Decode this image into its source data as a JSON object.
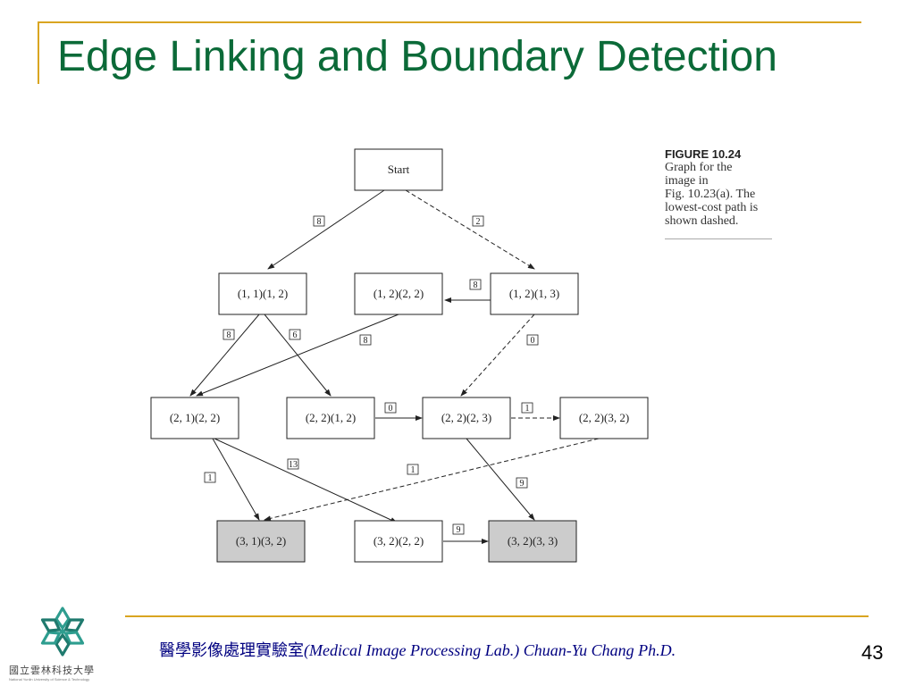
{
  "slide": {
    "title": "Edge Linking and Boundary Detection",
    "page_number": "43",
    "footer": {
      "cn": "醫學影像處理實驗室",
      "en": "(Medical Image Processing Lab.) Chuan-Yu Chang Ph.D."
    },
    "logo": {
      "name": "國立雲林科技大學",
      "subtitle": "National Yunlin University of Science & Technology",
      "colors": [
        "#2e9d8f",
        "#1f7a6e"
      ]
    }
  },
  "figure": {
    "label": "FIGURE 10.24",
    "caption_lines": [
      "Graph for the",
      "image in",
      "Fig. 10.23(a). The",
      "lowest-cost path is",
      "shown dashed."
    ]
  },
  "graph": {
    "nodes": [
      {
        "id": "start",
        "label": "Start",
        "shaded": false
      },
      {
        "id": "n11_12",
        "label": "(1, 1)(1, 2)",
        "shaded": false
      },
      {
        "id": "n12_22",
        "label": "(1, 2)(2, 2)",
        "shaded": false
      },
      {
        "id": "n12_13",
        "label": "(1, 2)(1, 3)",
        "shaded": false
      },
      {
        "id": "n21_22",
        "label": "(2, 1)(2, 2)",
        "shaded": false
      },
      {
        "id": "n22_12",
        "label": "(2, 2)(1, 2)",
        "shaded": false
      },
      {
        "id": "n22_23",
        "label": "(2, 2)(2, 3)",
        "shaded": false
      },
      {
        "id": "n22_32",
        "label": "(2, 2)(3, 2)",
        "shaded": false
      },
      {
        "id": "n31_32",
        "label": "(3, 1)(3, 2)",
        "shaded": true
      },
      {
        "id": "n32_22",
        "label": "(3, 2)(2, 2)",
        "shaded": false
      },
      {
        "id": "n32_33",
        "label": "(3, 2)(3, 3)",
        "shaded": true
      }
    ],
    "edges": [
      {
        "from": "start",
        "to": "n11_12",
        "weight": "8",
        "dashed": false
      },
      {
        "from": "start",
        "to": "n12_13",
        "weight": "2",
        "dashed": true
      },
      {
        "from": "n12_13",
        "to": "n12_22",
        "weight": "8",
        "dashed": false
      },
      {
        "from": "n11_12",
        "to": "n21_22",
        "weight": "8",
        "dashed": false
      },
      {
        "from": "n11_12",
        "to": "n22_12",
        "weight": "6",
        "dashed": false
      },
      {
        "from": "n12_22",
        "to": "n21_22",
        "weight": "8",
        "dashed": false
      },
      {
        "from": "n12_13",
        "to": "n22_23",
        "weight": "0",
        "dashed": true
      },
      {
        "from": "n22_12",
        "to": "n22_23",
        "weight": "0",
        "dashed": false
      },
      {
        "from": "n22_23",
        "to": "n22_32",
        "weight": "1",
        "dashed": true
      },
      {
        "from": "n21_22",
        "to": "n31_32",
        "weight": "1",
        "dashed": false
      },
      {
        "from": "n21_22",
        "to": "n32_22",
        "weight": "13",
        "dashed": false
      },
      {
        "from": "n22_32",
        "to": "n31_32",
        "weight": "1",
        "dashed": true
      },
      {
        "from": "n22_23",
        "to": "n32_33",
        "weight": "9",
        "dashed": false
      },
      {
        "from": "n32_22",
        "to": "n32_33",
        "weight": "9",
        "dashed": false
      }
    ]
  }
}
